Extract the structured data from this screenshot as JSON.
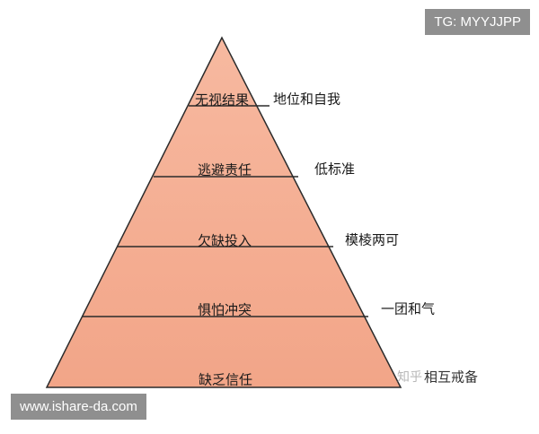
{
  "pyramid": {
    "levels": [
      {
        "label": "无视结果",
        "side": "地位和自我"
      },
      {
        "label": "逃避责任",
        "side": "低标准"
      },
      {
        "label": "欠缺投入",
        "side": "模棱两可"
      },
      {
        "label": "惧怕冲突",
        "side": "一团和气"
      },
      {
        "label": "缺乏信任",
        "side": "相互戒备"
      }
    ],
    "fill": "#F5AE94",
    "stroke": "#2b2b2b"
  },
  "watermarks": {
    "top_right": "TG: MYYJJPP",
    "bottom_left": "www.ishare-da.com",
    "zhihu": "知乎"
  }
}
